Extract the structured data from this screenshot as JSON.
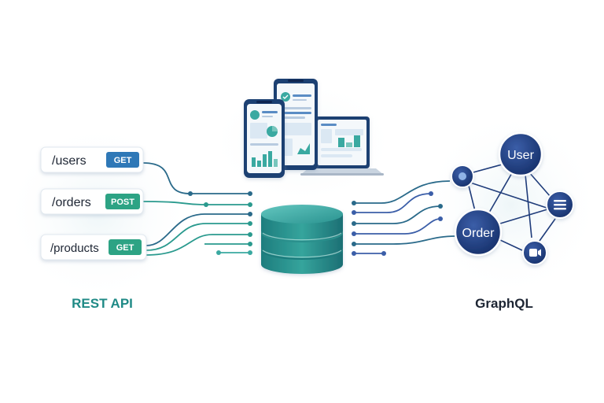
{
  "rest": {
    "title": "REST API",
    "endpoints": [
      {
        "path": "/users",
        "method": "GET"
      },
      {
        "path": "/orders",
        "method": "POST"
      },
      {
        "path": "/products",
        "method": "GET"
      }
    ]
  },
  "graphql": {
    "title": "GraphQL",
    "nodes": [
      {
        "label": "User"
      },
      {
        "label": "Order"
      }
    ]
  },
  "colors": {
    "teal": "#1f8a86",
    "teal_light": "#3aa9a1",
    "navy": "#1f3c7a",
    "navy_dark": "#16306a",
    "blue_badge": "#2f78b7",
    "green_badge": "#2da384",
    "text_dark": "#1d2533"
  },
  "icons": {
    "database": "database-icon",
    "devices": "devices-icon",
    "small_nodes": [
      "circle-node-icon",
      "list-node-icon",
      "video-node-icon"
    ]
  }
}
